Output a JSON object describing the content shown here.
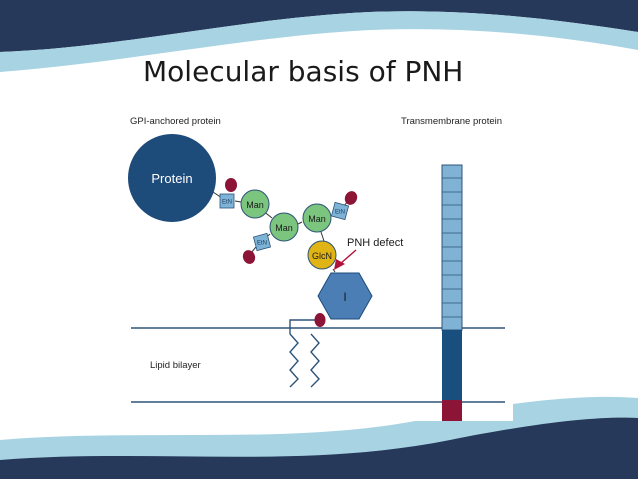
{
  "slide": {
    "title": "Molecular basis of PNH"
  },
  "diagram": {
    "label_gpi_anchored": "GPI-anchored protein",
    "label_transmembrane": "Transmembrane protein",
    "label_lipid_bilayer": "Lipid bilayer",
    "label_pnh_defect": "PNH defect",
    "protein_label": "Protein",
    "man_label": "Man",
    "etn_label": "EtN",
    "glcn_label": "GlcN",
    "inositol_label": "I"
  },
  "colors": {
    "header_navy": "#26395a",
    "header_light_blue": "#a8d3e3",
    "protein_navy": "#1d4b7a",
    "mannose_green": "#7cc57e",
    "glcn_yellow": "#e1b416",
    "etn_blue": "#7db3d6",
    "phosphate_red": "#8b1437",
    "inositol_blue": "#4a7eb5",
    "membrane_line": "#2d5478",
    "transmembrane_light": "#7fb2d5",
    "transmembrane_dark": "#184f7f",
    "arrow_red": "#b0123a"
  }
}
